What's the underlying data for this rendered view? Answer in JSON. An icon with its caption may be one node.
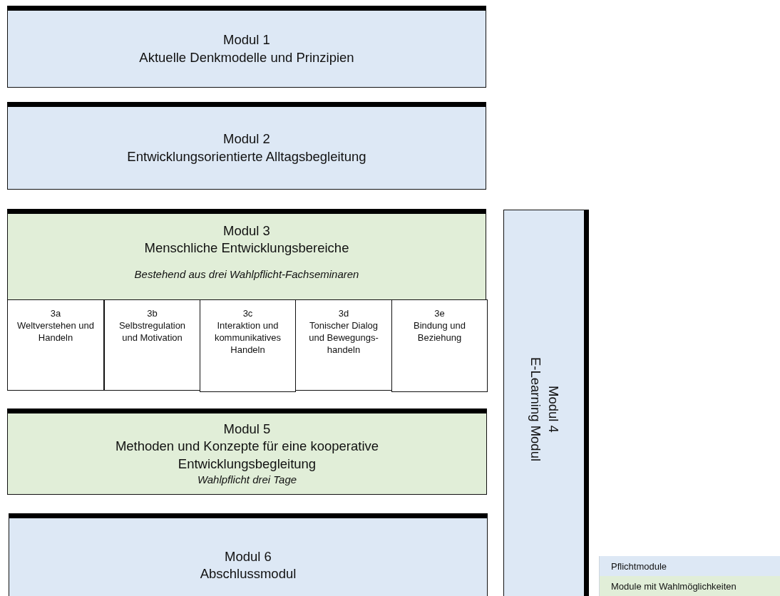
{
  "diagram": {
    "nodes": [
      {
        "text": [
          "Modul 1",
          "Aktuelle Denkmodelle und Prinzipien"
        ]
      },
      {
        "text": [
          "Modul 2",
          "Entwicklungsorientierte Alltagsbegleitung"
        ]
      },
      {
        "text": [
          "Modul 3",
          "Menschliche Entwicklungsbereiche",
          "Bestehend aus drei Wahlpflicht-Fachseminaren"
        ]
      },
      {
        "text": [
          "3a",
          "Weltverstehen und Handeln"
        ]
      },
      {
        "text": [
          "3b",
          "Selbstregulation und Motivation"
        ]
      },
      {
        "text": [
          "3c",
          "Interaktion und kommunikatives Handeln"
        ]
      },
      {
        "text": [
          "3d",
          "Tonischer Dialog und Bewegungs-handeln"
        ]
      },
      {
        "text": [
          "3e",
          "Bindung und Beziehung"
        ]
      },
      {
        "text": [
          "Modul 4",
          "E-Learning Modul"
        ]
      },
      {
        "text": [
          "Modul 5",
          "Methoden und Konzepte für eine kooperative Entwicklungsbegleitung",
          "Wahlpflicht drei Tage"
        ]
      },
      {
        "text": [
          "Modul 6",
          "Abschlussmodul"
        ]
      }
    ],
    "legend": [
      {
        "text": "Pflichtmodule",
        "color": "#dde8f5"
      },
      {
        "text": "Module mit Wahlmöglichkeiten",
        "color": "#e1eed8"
      }
    ]
  }
}
